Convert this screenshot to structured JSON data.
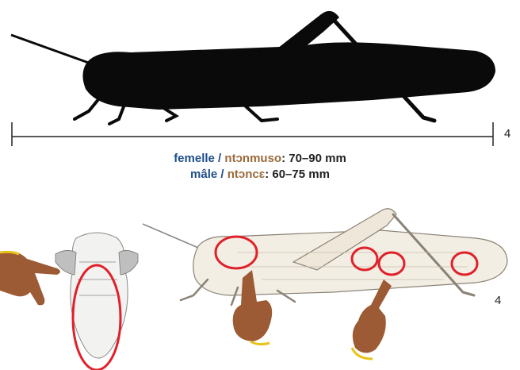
{
  "scale": {
    "page_marker_top": "4",
    "page_marker_bottom": "4"
  },
  "sizes": {
    "female_fr": "femelle",
    "female_bm": "ntɔnmuso",
    "female_value": ": 70–90 mm",
    "male_fr": "mâle",
    "male_bm": "ntɔncɛ",
    "male_value": ": 60–75 mm",
    "separator": " / "
  },
  "colors": {
    "french_text": "#1f4e8c",
    "bambara_text": "#9a6a3a",
    "highlight_circle": "#e0202a",
    "silhouette": "#0a0a0a",
    "bracelet": "#e8c31a"
  },
  "icons": [
    "locust-silhouette-icon",
    "locust-drawing-icon",
    "pointing-hand-icon",
    "thorax-drawing-icon"
  ]
}
